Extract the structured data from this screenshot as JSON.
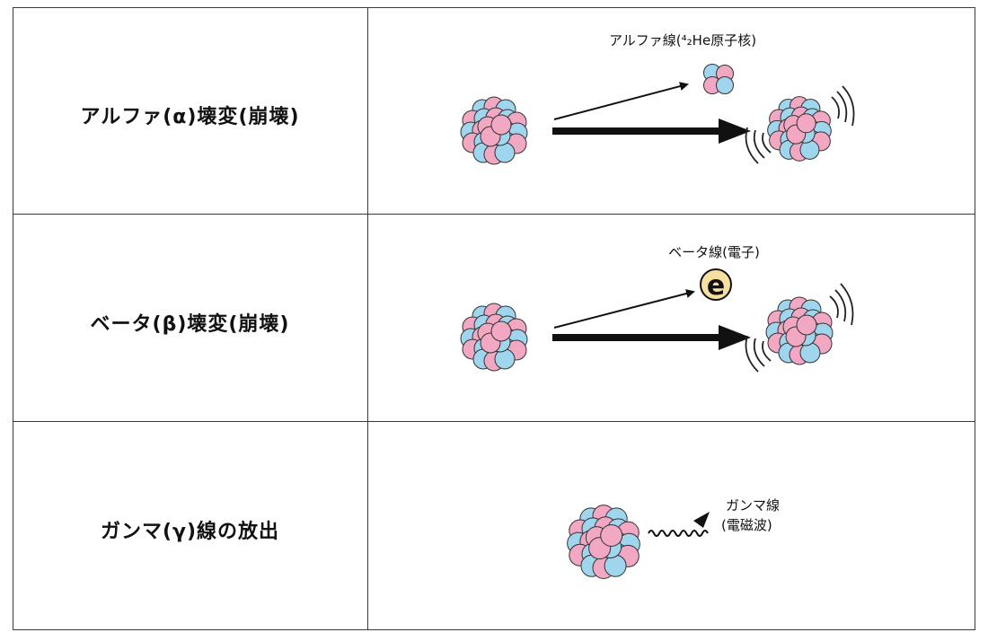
{
  "rows": [
    {
      "label": "アルファ(α)壊変(崩壊)",
      "emission": "アルファ線(⁴₂He原子核)"
    },
    {
      "label": "ベータ(β)壊変(崩壊)",
      "emission": "ベータ線(電子)",
      "particle_symbol": "e"
    },
    {
      "label": "ガンマ(γ)線の放出",
      "emission_line1": "ガンマ線",
      "emission_line2": "(電磁波)"
    }
  ],
  "colors": {
    "proton": "#f2a7c3",
    "neutron": "#9fd6ee",
    "electron": "#f6dfa0",
    "line": "#111111",
    "border": "#3a3a3a"
  }
}
